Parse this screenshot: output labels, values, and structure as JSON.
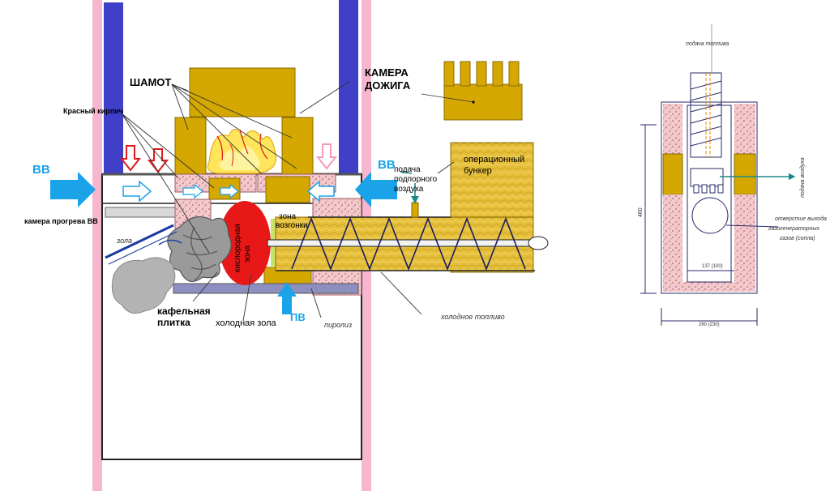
{
  "labels": {
    "shamot": "ШАМОТ",
    "red_brick": "Красный кирпич",
    "afterburn_l1": "КАМЕРА",
    "afterburn_l2": "ДОЖИГА",
    "vv_left": "ВВ",
    "vv_right": "ВВ",
    "preheat_chamber": "камера прогрева ВВ",
    "ash_zone": "зола",
    "oxygen_zone_l1": "кислородная",
    "oxygen_zone_l2": "зона",
    "sublimation_l1": "зона",
    "sublimation_l2": "возгонки",
    "boost_air_l1": "подача",
    "boost_air_l2": "подпорного",
    "boost_air_l3": "воздуха",
    "bunker_l1": "операционный",
    "bunker_l2": "бункер",
    "tile_l1": "кафельная",
    "tile_l2": "плитка",
    "cold_ash": "холодная зола",
    "pv": "ПВ",
    "pyrolysis": "пиролиз",
    "cold_fuel": "холодное топливо"
  },
  "section": {
    "fuel_feed": "подача топлива",
    "air_feed": "подача воздуха",
    "nozzle_l1": "отверстие выхода",
    "nozzle_l2": "газогенераторных",
    "nozzle_l3": "газов (сопла)",
    "dim_height": "460",
    "dim_inner": "137 (100)",
    "dim_width": "260 (230)"
  },
  "colors": {
    "pink": "#f7b6cf",
    "blue_bar": "#3f3fc8",
    "gold": "#d4a800",
    "gold_dark": "#b58a00",
    "sand": "#e7c23a",
    "brick": "#d8a0a6",
    "arrow_cyan": "#1aa3e8",
    "arrow_red": "#e01a1a",
    "teal": "#1a8a86",
    "red_zone": "#e81818",
    "lime": "#c7e36a",
    "gray_plate": "#8c8fbf",
    "ash_gray": "#8a8a8a"
  }
}
